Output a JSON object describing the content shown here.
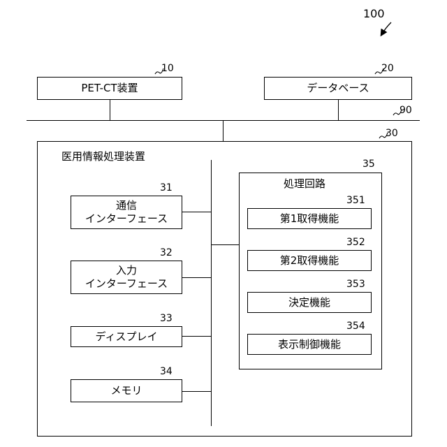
{
  "figure_ref": "100",
  "network": {
    "ref": "90"
  },
  "pet_ct": {
    "label": "PET-CT装置",
    "ref": "10"
  },
  "database": {
    "label": "データベース",
    "ref": "20"
  },
  "apparatus": {
    "title": "医用情報処理装置",
    "ref": "30",
    "comm_if": {
      "line1": "通信",
      "line2": "インターフェース",
      "ref": "31"
    },
    "input_if": {
      "line1": "入力",
      "line2": "インターフェース",
      "ref": "32"
    },
    "display": {
      "label": "ディスプレイ",
      "ref": "33"
    },
    "memory": {
      "label": "メモリ",
      "ref": "34"
    },
    "circuit": {
      "title": "処理回路",
      "ref": "35",
      "functions": [
        {
          "label": "第1取得機能",
          "ref": "351"
        },
        {
          "label": "第2取得機能",
          "ref": "352"
        },
        {
          "label": "決定機能",
          "ref": "353"
        },
        {
          "label": "表示制御機能",
          "ref": "354"
        }
      ]
    }
  }
}
